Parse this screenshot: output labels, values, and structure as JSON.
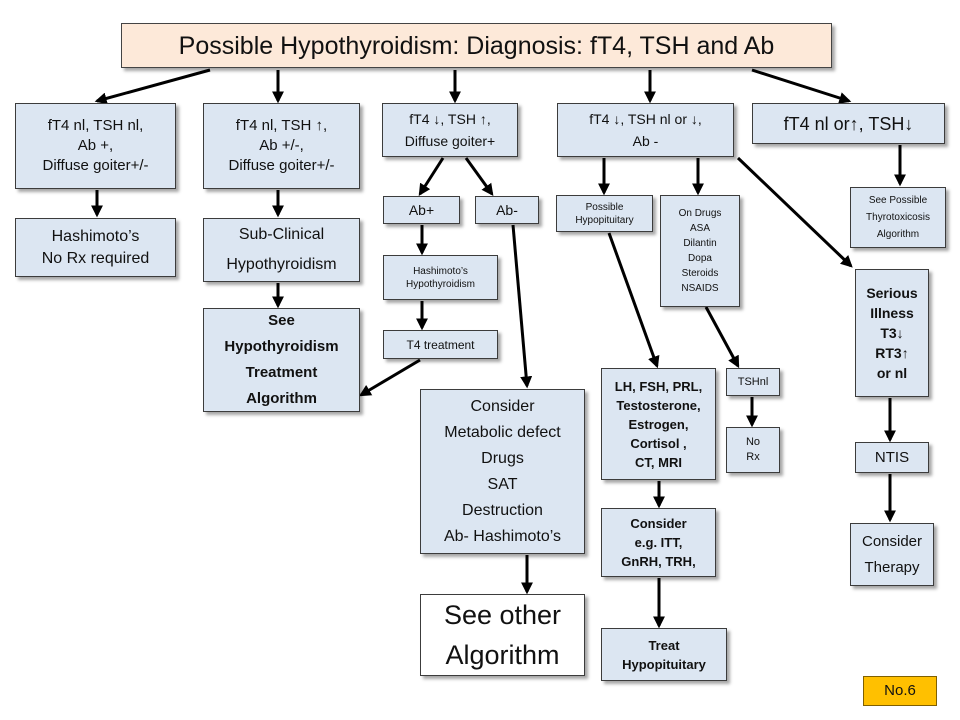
{
  "title": "Possible Hypothyroidism: Diagnosis: fT4, TSH and Ab",
  "boxes": {
    "branch_normal": [
      "fT4 nl, TSH nl,",
      "Ab +,",
      "Diffuse goiter+/-"
    ],
    "hashimoto_no_rx": [
      "Hashimoto’s",
      "No Rx required"
    ],
    "branch_subclinical": [
      "fT4 nl, TSH ↑,",
      "Ab +/-,",
      "Diffuse goiter+/-"
    ],
    "subclinical": [
      "Sub-Clinical",
      "Hypothyroidism"
    ],
    "see_hypo_algorithm": [
      "See",
      "Hypothyroidism",
      "Treatment",
      "Algorithm"
    ],
    "branch_low_ft4_high_tsh": [
      "fT4 ↓, TSH ↑,",
      "Diffuse goiter+"
    ],
    "ab_pos": [
      "Ab+"
    ],
    "ab_neg": [
      "Ab-"
    ],
    "hashimoto_hypo": [
      "Hashimoto’s",
      "Hypothyroidism"
    ],
    "t4_treatment": [
      "T4 treatment"
    ],
    "consider_causes": [
      "Consider",
      "Metabolic defect",
      "Drugs",
      "SAT",
      "Destruction",
      "Ab- Hashimoto’s"
    ],
    "see_other": [
      "See other",
      "Algorithm"
    ],
    "branch_low_ft4_tsh_nl": [
      "fT4 ↓, TSH nl or ↓,",
      "Ab -"
    ],
    "possible_hypopituitary": [
      "Possible",
      "Hypopituitary"
    ],
    "on_drugs": [
      "On Drugs",
      "ASA",
      "Dilantin",
      "Dopa",
      "Steroids",
      "NSAIDS"
    ],
    "pituitary_tests": [
      "LH, FSH, PRL,",
      "Testosterone,",
      "Estrogen,",
      "Cortisol ,",
      "CT, MRI"
    ],
    "tsh_nl": [
      "TSHnl"
    ],
    "no_rx": [
      "No",
      "Rx"
    ],
    "consider_tests": [
      "Consider",
      "e.g. ITT,",
      "GnRH, TRH,"
    ],
    "treat_hypopituitary": [
      "Treat",
      "Hypopituitary"
    ],
    "branch_tsh_low": [
      "fT4 nl or↑, TSH↓"
    ],
    "see_thyrotoxicosis": [
      "See Possible",
      "Thyrotoxicosis",
      "Algorithm"
    ],
    "serious_illness": [
      "Serious",
      "Illness",
      "T3↓",
      "RT3↑",
      "or nl"
    ],
    "ntis": [
      "NTIS"
    ],
    "consider_therapy": [
      "Consider",
      "Therapy"
    ]
  },
  "badge": "No.6",
  "colors": {
    "box_fill": "#dce6f2",
    "title_fill": "#fde9d9",
    "badge_fill": "#ffc000",
    "arrow": "#000000"
  }
}
